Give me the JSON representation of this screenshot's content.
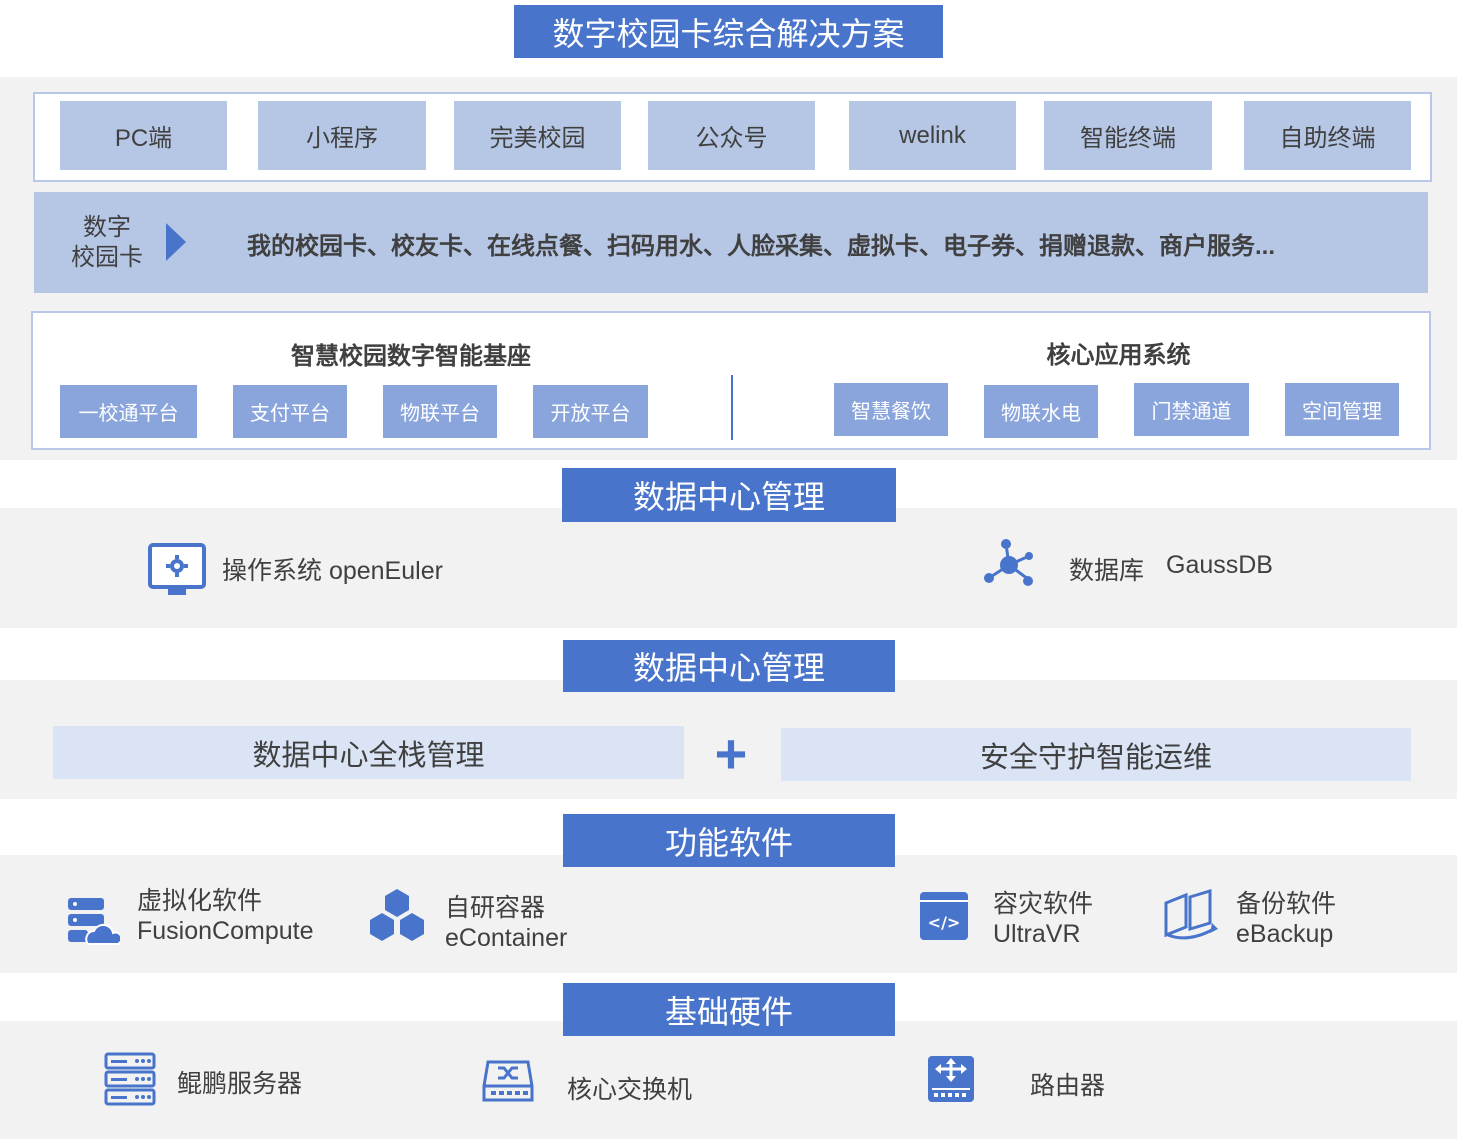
{
  "title": "数字校园卡综合解决方案",
  "channels": [
    "PC端",
    "小程序",
    "完美校园",
    "公众号",
    "welink",
    "智能终端",
    "自助终端"
  ],
  "campus_card": {
    "label_line1": "数字",
    "label_line2": "校园卡",
    "services": "我的校园卡、校友卡、在线点餐、扫码用水、人脸采集、虚拟卡、电子券、捐赠退款、商户服务..."
  },
  "platform": {
    "left_title": "智慧校园数字智能基座",
    "left_items": [
      "一校通平台",
      "支付平台",
      "物联平台",
      "开放平台"
    ],
    "right_title": "核心应用系统",
    "right_items": [
      "智慧餐饮",
      "物联水电",
      "门禁通道",
      "空间管理"
    ]
  },
  "section1": {
    "title": "数据中心管理",
    "os": "操作系统  openEuler",
    "db_label": "数据库",
    "db_name": "GaussDB"
  },
  "section2": {
    "title": "数据中心管理",
    "left": "数据中心全栈管理",
    "plus": "+",
    "right": "安全守护智能运维"
  },
  "section3": {
    "title": "功能软件",
    "items": [
      {
        "name": "虚拟化软件",
        "product": "FusionCompute",
        "icon": "server-cloud-icon"
      },
      {
        "name": "自研容器",
        "product": "eContainer",
        "icon": "hexagon-cluster-icon"
      },
      {
        "name": "容灾软件",
        "product": "UltraVR",
        "icon": "code-window-icon"
      },
      {
        "name": "备份软件",
        "product": "eBackup",
        "icon": "backup-icon"
      }
    ]
  },
  "section4": {
    "title": "基础硬件",
    "items": [
      "鲲鹏服务器",
      "核心交换机",
      "路由器"
    ]
  },
  "colors": {
    "accent": "#4874cb",
    "tile": "#b6c7e6",
    "button": "#8aa5dc",
    "light": "#dbe4f5",
    "band": "#f2f2f2"
  }
}
